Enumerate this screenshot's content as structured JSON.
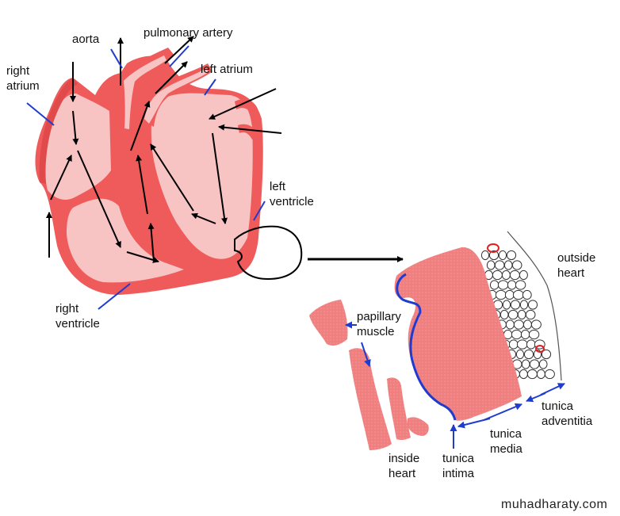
{
  "labels": {
    "aorta": "aorta",
    "pulmonary_artery": "pulmonary artery",
    "right_atrium": "right\natrium",
    "left_atrium": "left atrium",
    "left_ventricle": "left\nventricle",
    "right_ventricle": "right\nventricle",
    "papillary_muscle": "papillary\nmuscle",
    "outside_heart": "outside\nheart",
    "inside_heart": "inside\nheart",
    "tunica_intima": "tunica\nintima",
    "tunica_media": "tunica\nmedia",
    "tunica_adventitia": "tunica\nadventitia"
  },
  "watermark": "muhadharaty.com",
  "colors": {
    "muscle_dark": "#ef5a5a",
    "muscle_light": "#f7c3c3",
    "wall": "#f08080",
    "leader": "#1f3ccf",
    "arrow": "#000000"
  }
}
